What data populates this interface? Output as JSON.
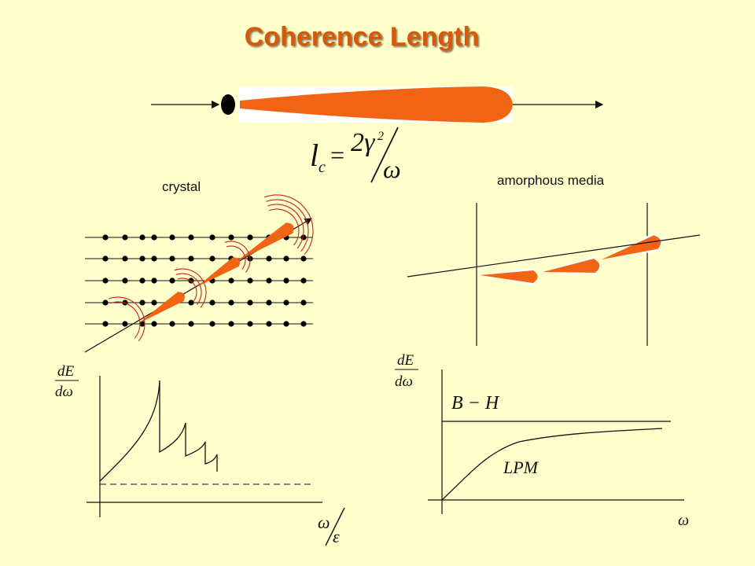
{
  "title": "Coherence  Length",
  "formula": {
    "lhs": "l",
    "lhs_sub": "c",
    "eq": "=",
    "num": "2γ",
    "num_sup": "2",
    "den": "ω"
  },
  "labels": {
    "crystal": "crystal",
    "amorphous": "amorphous media"
  },
  "plot_left": {
    "ylabel_num": "dE",
    "ylabel_den": "dω",
    "xlabel_num": "ω",
    "xlabel_den": "ε"
  },
  "plot_right": {
    "ylabel_num": "dE",
    "ylabel_den": "dω",
    "xlabel": "ω",
    "curve_top_label": "B − H",
    "curve_label": "LPM"
  },
  "colors": {
    "background": "#ffffcc",
    "accent": "#f06414",
    "title": "#d45a0a",
    "wave": "#cc2020"
  }
}
